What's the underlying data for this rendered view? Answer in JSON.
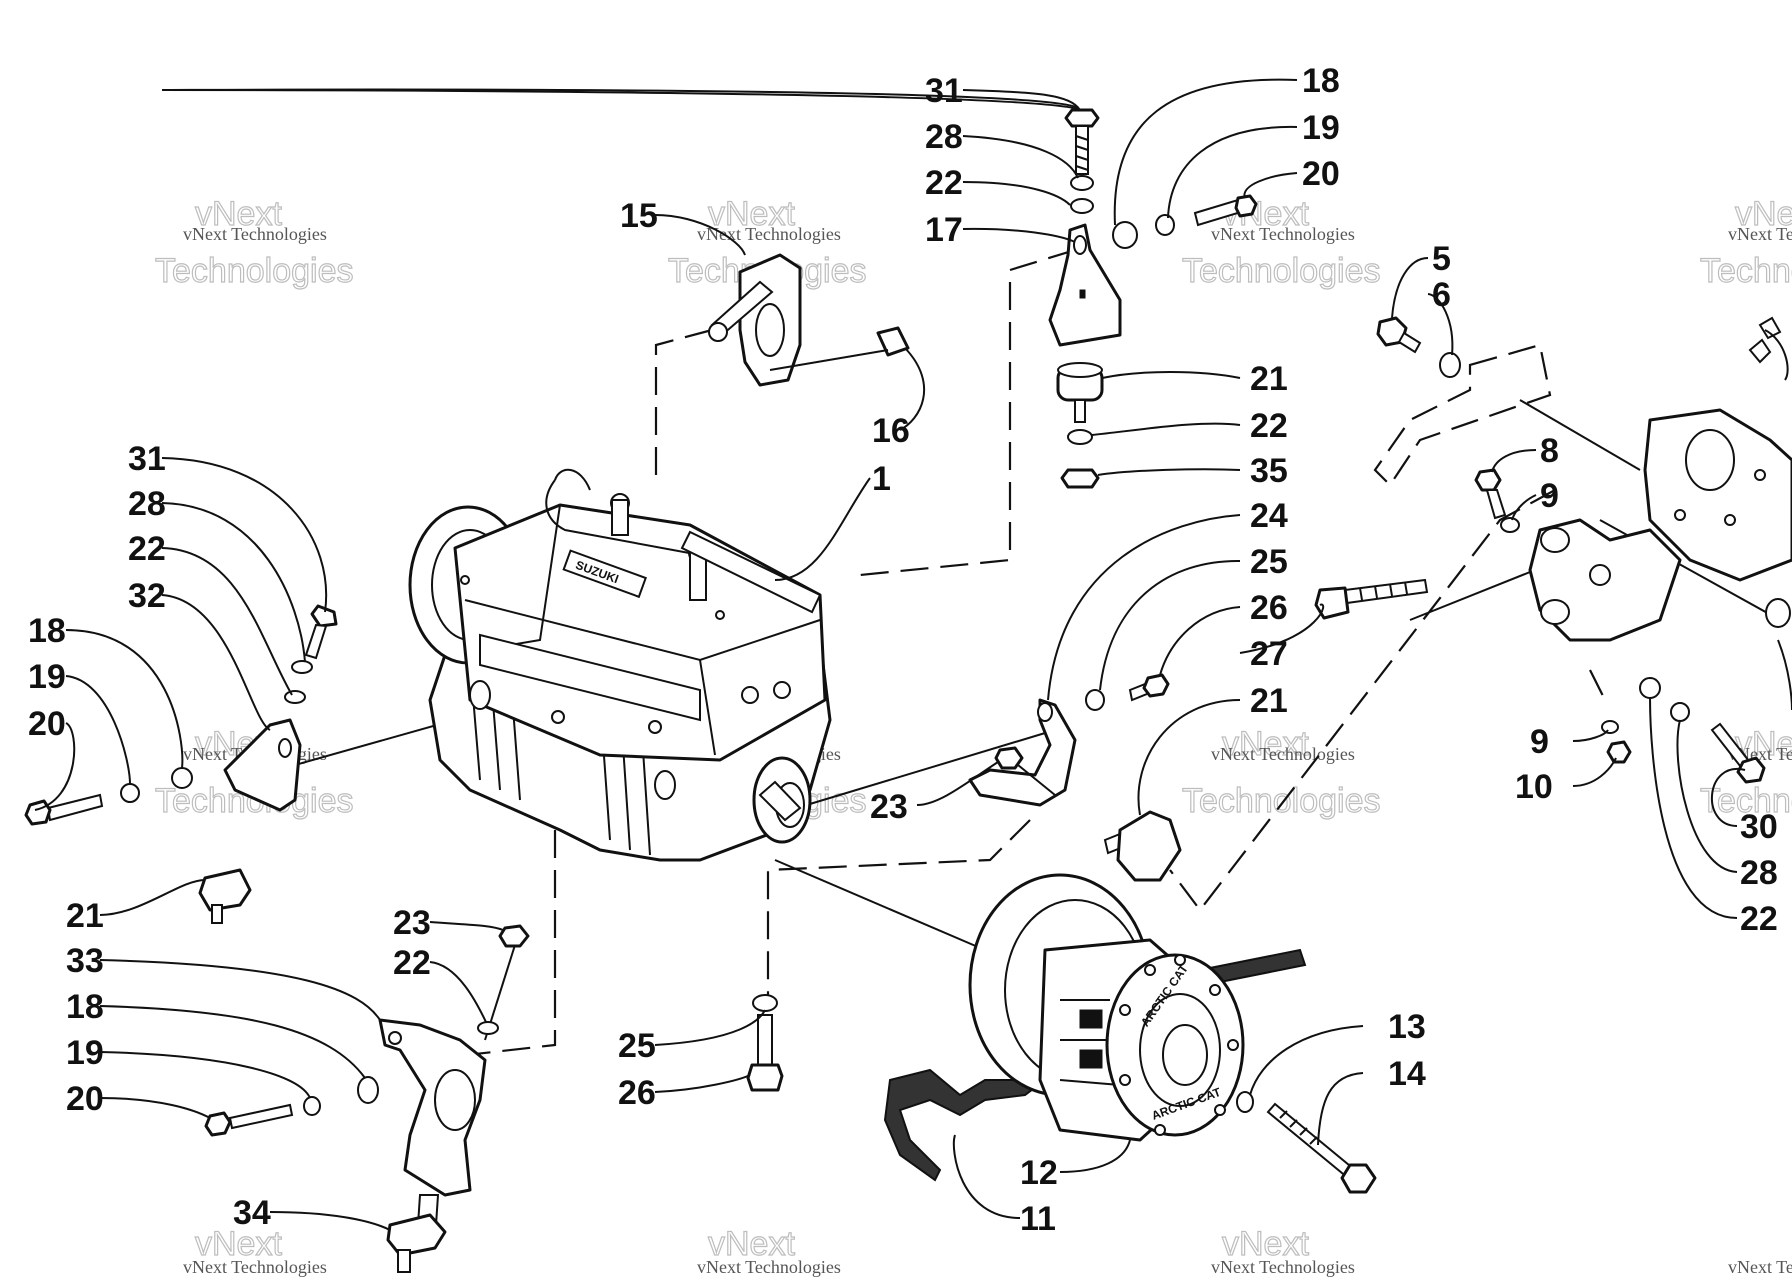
{
  "diagram": {
    "callouts": {
      "c1": "1",
      "c5": "5",
      "c6": "6",
      "c8": "8",
      "c9a": "9",
      "c9b": "9",
      "c10": "10",
      "c11": "11",
      "c12": "12",
      "c13": "13",
      "c14": "14",
      "c15": "15",
      "c16": "16",
      "c17": "17",
      "c18a": "18",
      "c18b": "18",
      "c18c": "18",
      "c19a": "19",
      "c19b": "19",
      "c19c": "19",
      "c20a": "20",
      "c20b": "20",
      "c20c": "20",
      "c21a": "21",
      "c21b": "21",
      "c21c": "21",
      "c22a": "22",
      "c22b": "22",
      "c22c": "22",
      "c22d": "22",
      "c22e": "22",
      "c23a": "23",
      "c23b": "23",
      "c24": "24",
      "c25a": "25",
      "c25b": "25",
      "c26a": "26",
      "c26b": "26",
      "c27": "27",
      "c28a": "28",
      "c28b": "28",
      "c28c": "28",
      "c30": "30",
      "c31a": "31",
      "c31b": "31",
      "c32": "32",
      "c33": "33",
      "c34": "34",
      "c35": "35"
    },
    "engine_brand": "SUZUKI",
    "clutch_brand": "ARCTIC CAT",
    "watermark": {
      "company": "vNext Technologies",
      "big_line1": "vNext",
      "big_line2": "Technologies"
    }
  }
}
